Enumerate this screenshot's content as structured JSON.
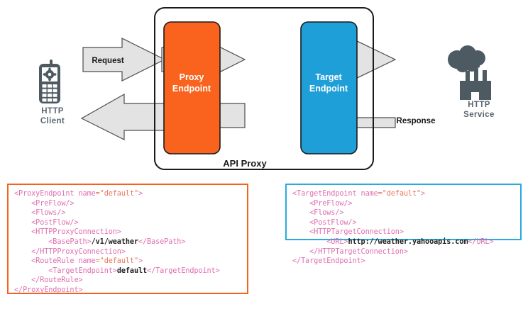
{
  "diagram": {
    "title": "API Proxy",
    "nodes": {
      "client": {
        "label_line1": "HTTP",
        "label_line2": "Client",
        "icon": "mobile-phone-icon"
      },
      "service": {
        "label_line1": "HTTP",
        "label_line2": "Service",
        "icon": "cloud-factory-icon"
      },
      "proxy_endpoint": {
        "label_line1": "Proxy",
        "label_line2": "Endpoint",
        "color": "#F9631E"
      },
      "target_endpoint": {
        "label_line1": "Target",
        "label_line2": "Endpoint",
        "color": "#1F9FD8"
      }
    },
    "arrows": {
      "request": "Request",
      "response": "Response"
    },
    "colors": {
      "orange": "#F9631E",
      "blue": "#1F9FD8",
      "arrow_fill": "#E3E3E3",
      "arrow_stroke": "#4D4D4D",
      "icon_gray": "#4D5A62",
      "label_gray": "#5A6771",
      "container_stroke": "#1A1A1A"
    }
  },
  "code_panels": [
    {
      "name": "proxy-endpoint-xml",
      "border_color": "#F4631E",
      "lines": [
        [
          {
            "t": "tg",
            "v": "<ProxyEndpoint name"
          },
          {
            "t": "at",
            "v": "=\"default\""
          },
          {
            "t": "tg",
            "v": ">"
          }
        ],
        [
          {
            "t": "tg",
            "v": "    <PreFlow/>"
          }
        ],
        [
          {
            "t": "tg",
            "v": "    <Flows/>"
          }
        ],
        [
          {
            "t": "tg",
            "v": "    <PostFlow/>"
          }
        ],
        [
          {
            "t": "tg",
            "v": "    <HTTPProxyConnection>"
          }
        ],
        [
          {
            "t": "tg",
            "v": "        <BasePath>"
          },
          {
            "t": "tx",
            "v": "/v1/weather"
          },
          {
            "t": "tg",
            "v": "</BasePath>"
          }
        ],
        [
          {
            "t": "tg",
            "v": "    </HTTPProxyConnection>"
          }
        ],
        [
          {
            "t": "tg",
            "v": "    <RouteRule name"
          },
          {
            "t": "at",
            "v": "=\"default\""
          },
          {
            "t": "tg",
            "v": ">"
          }
        ],
        [
          {
            "t": "tg",
            "v": "        <TargetEndpoint>"
          },
          {
            "t": "tx",
            "v": "default"
          },
          {
            "t": "tg",
            "v": "</TargetEndpoint>"
          }
        ],
        [
          {
            "t": "tg",
            "v": "    </RouteRule>"
          }
        ],
        [
          {
            "t": "tg",
            "v": "</ProxyEndpoint>"
          }
        ]
      ]
    },
    {
      "name": "target-endpoint-xml",
      "border_color": "#29ABE2",
      "lines": [
        [
          {
            "t": "tg",
            "v": "<TargetEndpoint name"
          },
          {
            "t": "at",
            "v": "=\"default\""
          },
          {
            "t": "tg",
            "v": ">"
          }
        ],
        [
          {
            "t": "tg",
            "v": "    <PreFlow/>"
          }
        ],
        [
          {
            "t": "tg",
            "v": "    <Flows/>"
          }
        ],
        [
          {
            "t": "tg",
            "v": "    <PostFlow/>"
          }
        ],
        [
          {
            "t": "tg",
            "v": "    <HTTPTargetConnection>"
          }
        ],
        [
          {
            "t": "tg",
            "v": "        <URL>"
          },
          {
            "t": "tx",
            "v": "http://weather.yahooapis.com"
          },
          {
            "t": "tg",
            "v": "</URL>"
          }
        ],
        [
          {
            "t": "tg",
            "v": "    </HTTPTargetConnection>"
          }
        ],
        [
          {
            "t": "tg",
            "v": "</TargetEndpoint>"
          }
        ]
      ]
    }
  ]
}
